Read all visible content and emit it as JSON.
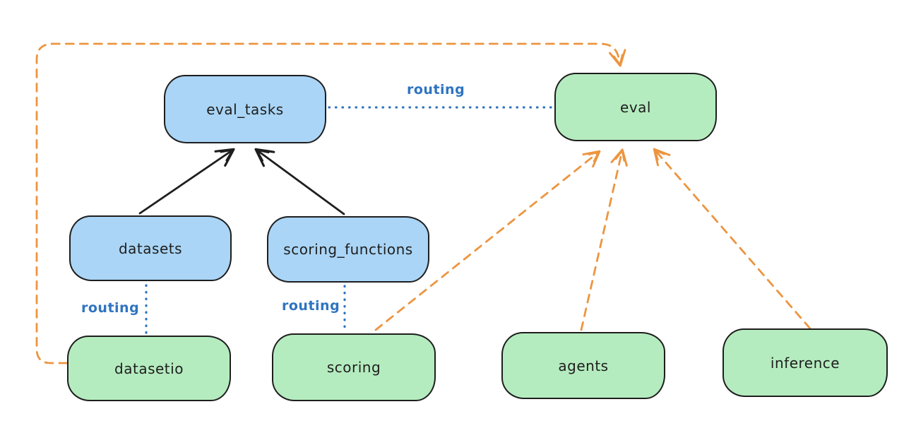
{
  "diagram": {
    "title": "",
    "colors": {
      "node_blue_fill": "#aad5f6",
      "node_green_fill": "#b5ecbf",
      "node_border": "#1e1e1e",
      "routing_line": "#2f74c0",
      "provider_arrow": "#ec9540",
      "registry_arrow": "#1e1e1e",
      "background": "#ffffff"
    },
    "nodes": [
      {
        "id": "eval_tasks",
        "label": "eval_tasks",
        "kind": "blue"
      },
      {
        "id": "eval",
        "label": "eval",
        "kind": "green"
      },
      {
        "id": "datasets",
        "label": "datasets",
        "kind": "blue"
      },
      {
        "id": "scoring_functions",
        "label": "scoring_functions",
        "kind": "blue"
      },
      {
        "id": "datasetio",
        "label": "datasetio",
        "kind": "green"
      },
      {
        "id": "scoring",
        "label": "scoring",
        "kind": "green"
      },
      {
        "id": "agents",
        "label": "agents",
        "kind": "green"
      },
      {
        "id": "inference",
        "label": "inference",
        "kind": "green"
      }
    ],
    "edges": [
      {
        "from": "datasets",
        "to": "eval_tasks",
        "style": "solid-black-arrow"
      },
      {
        "from": "scoring_functions",
        "to": "eval_tasks",
        "style": "solid-black-arrow"
      },
      {
        "from": "eval_tasks",
        "to": "eval",
        "style": "blue-dotted",
        "label": "routing"
      },
      {
        "from": "datasets",
        "to": "datasetio",
        "style": "blue-dotted",
        "label": "routing"
      },
      {
        "from": "scoring_functions",
        "to": "scoring",
        "style": "blue-dotted",
        "label": "routing"
      },
      {
        "from": "datasetio",
        "to": "eval",
        "style": "orange-dashed-arrow"
      },
      {
        "from": "scoring",
        "to": "eval",
        "style": "orange-dashed-arrow"
      },
      {
        "from": "agents",
        "to": "eval",
        "style": "orange-dashed-arrow"
      },
      {
        "from": "inference",
        "to": "eval",
        "style": "orange-dashed-arrow"
      }
    ],
    "edge_labels": [
      {
        "id": "routing-eval_tasks-eval",
        "text": "routing"
      },
      {
        "id": "routing-datasets-datasetio",
        "text": "routing"
      },
      {
        "id": "routing-scoring_functions-scoring",
        "text": "routing"
      }
    ]
  }
}
